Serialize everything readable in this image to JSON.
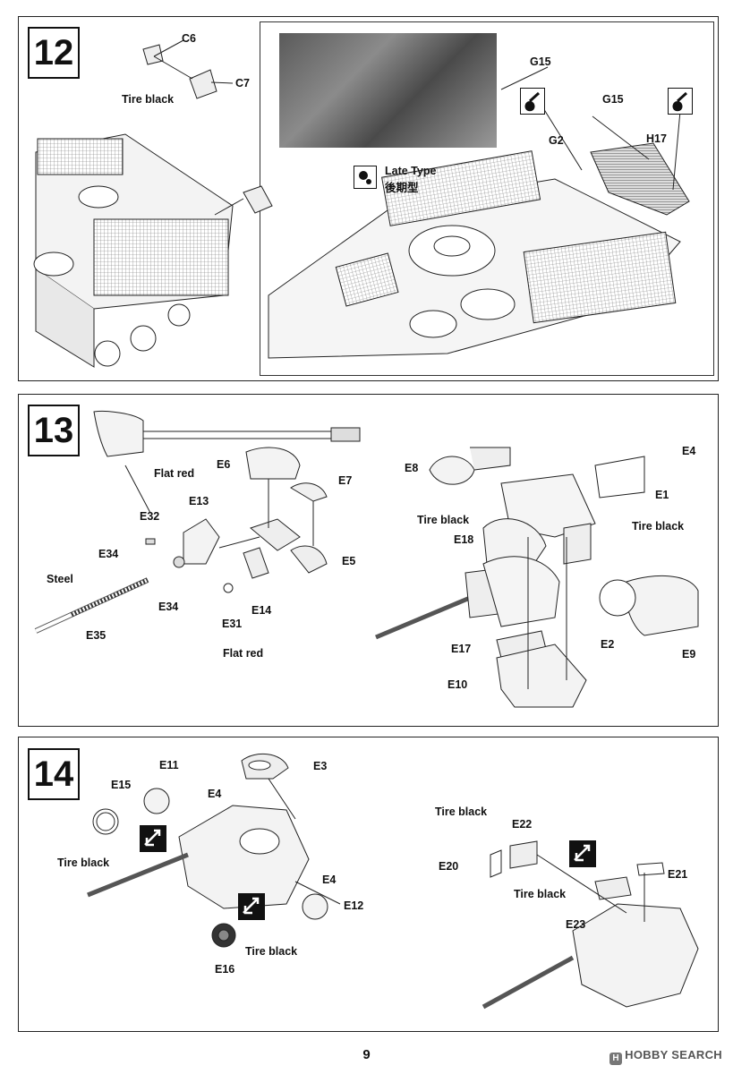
{
  "steps": [
    {
      "number": "12",
      "labels": {
        "c6": "C6",
        "c7": "C7",
        "tire_black": "Tire black",
        "g15_top": "G15",
        "g15_right": "G15",
        "g2": "G2",
        "h17": "H17",
        "late_type_en": "Late Type",
        "late_type_jp": "後期型"
      }
    },
    {
      "number": "13",
      "labels": {
        "flat_red_1": "Flat red",
        "flat_red_2": "Flat red",
        "steel": "Steel",
        "e6": "E6",
        "e7": "E7",
        "e5": "E5",
        "e13": "E13",
        "e14": "E14",
        "e31": "E31",
        "e32": "E32",
        "e34_a": "E34",
        "e34_b": "E34",
        "e35": "E35",
        "e8": "E8",
        "e4": "E4",
        "e1": "E1",
        "e18": "E18",
        "e17": "E17",
        "e10": "E10",
        "e2": "E2",
        "e9": "E9",
        "tire_black_1": "Tire black",
        "tire_black_2": "Tire black"
      }
    },
    {
      "number": "14",
      "labels": {
        "e11": "E11",
        "e15": "E15",
        "e4_a": "E4",
        "e4_b": "E4",
        "e3": "E3",
        "e12": "E12",
        "e16": "E16",
        "tire_black_1": "Tire black",
        "tire_black_2": "Tire black",
        "tire_black_3": "Tire black",
        "tire_black_4": "Tire black",
        "e22": "E22",
        "e20": "E20",
        "e21": "E21",
        "e23": "E23"
      }
    }
  ],
  "footer": {
    "page_number": "9",
    "watermark_logo": "H",
    "watermark": "HOBBY SEARCH"
  }
}
